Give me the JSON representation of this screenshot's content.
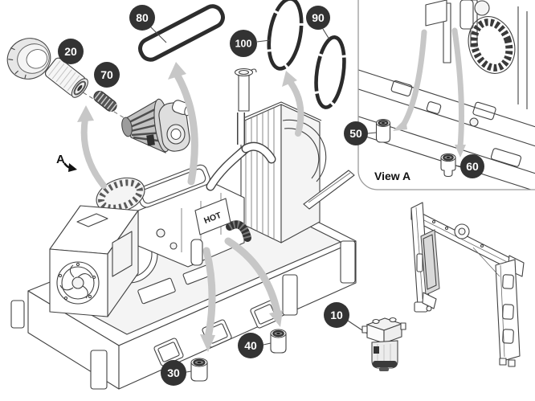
{
  "labels": {
    "view_a": "View A",
    "view_marker": "A",
    "hot": "HOT"
  },
  "callouts": [
    {
      "id": "10",
      "label": "10",
      "part": "fuel-filter-water-separator-assembly"
    },
    {
      "id": "20",
      "label": "20",
      "part": "air-filter-element"
    },
    {
      "id": "30",
      "label": "30",
      "part": "oil-filter-cartridge"
    },
    {
      "id": "40",
      "label": "40",
      "part": "filter-cartridge"
    },
    {
      "id": "50",
      "label": "50",
      "part": "filter-cartridge"
    },
    {
      "id": "60",
      "label": "60",
      "part": "fuel-filter-cartridge"
    },
    {
      "id": "70",
      "label": "70",
      "part": "hose-spring"
    },
    {
      "id": "80",
      "label": "80",
      "part": "valve-cover-gasket"
    },
    {
      "id": "90",
      "label": "90",
      "part": "drive-belt"
    },
    {
      "id": "100",
      "label": "100",
      "part": "drive-belt"
    }
  ],
  "colors": {
    "badge_bg": "#333333",
    "badge_text": "#ffffff",
    "line_art": "#424242",
    "arrow": "#c7c7c7",
    "belt": "#2b2b2b",
    "door_panel": "#d9d9d9",
    "inset_border": "#9a9a9a",
    "background": "#ffffff"
  }
}
